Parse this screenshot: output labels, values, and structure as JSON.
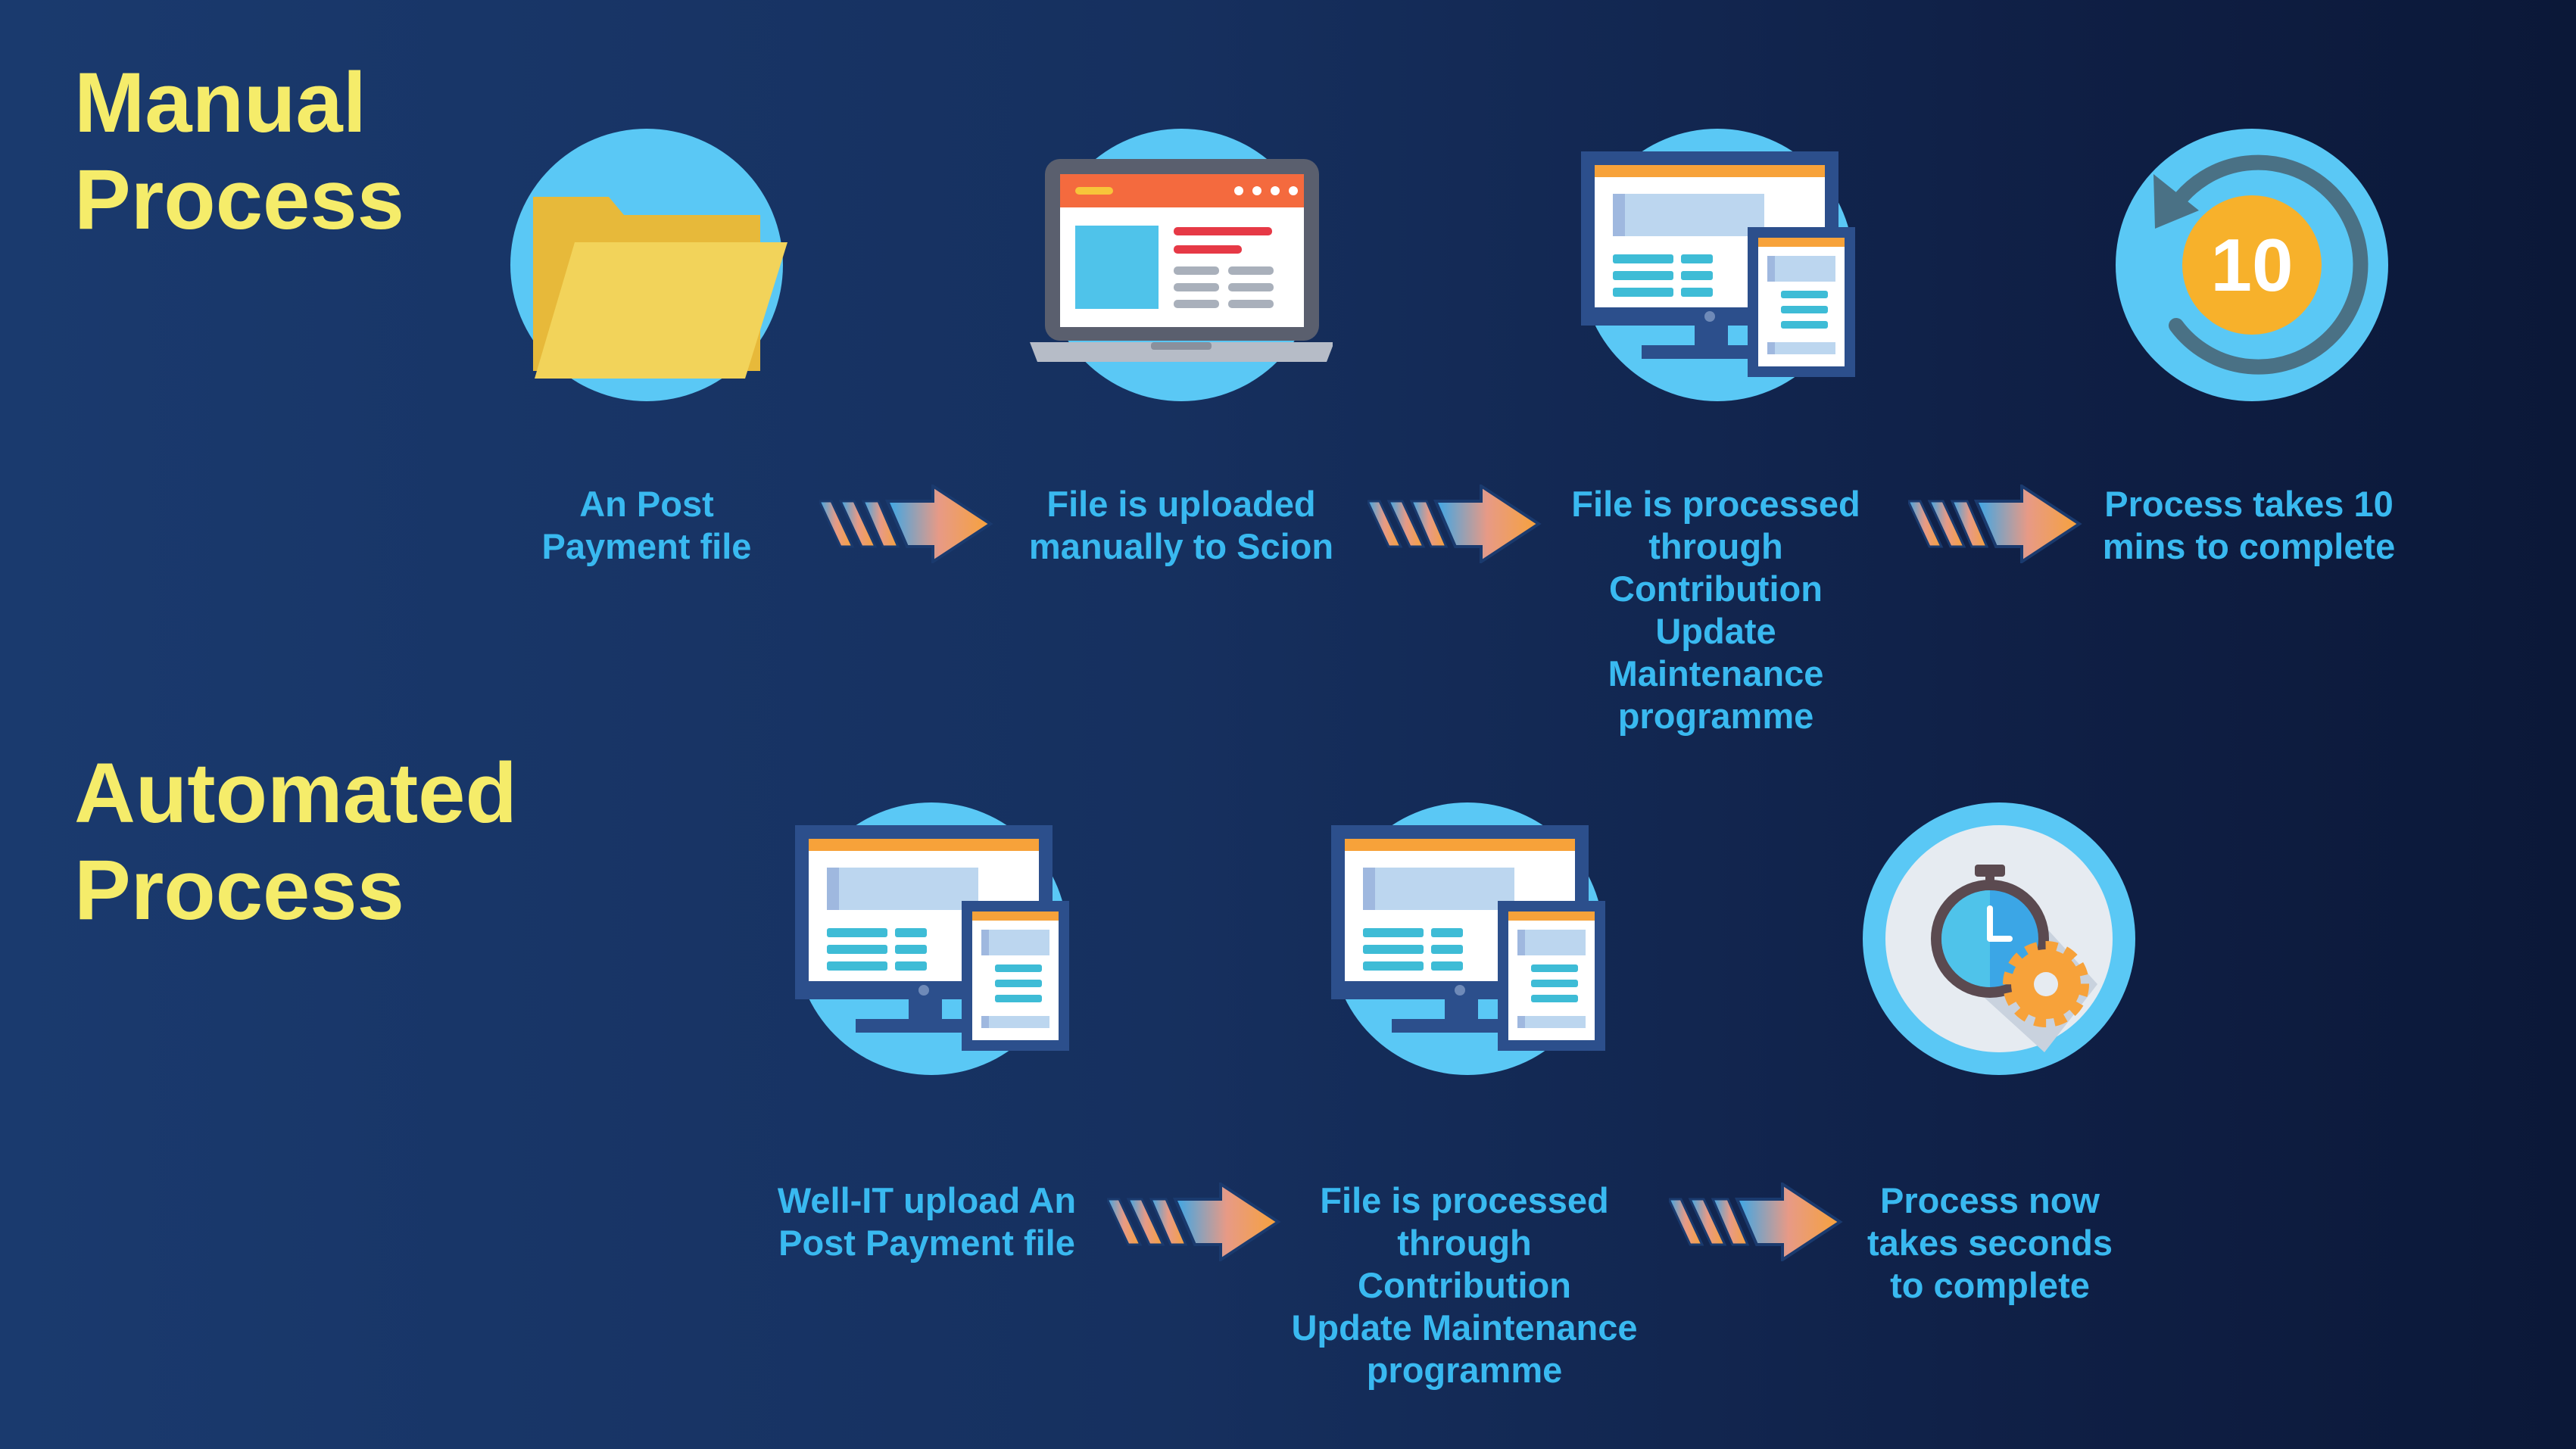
{
  "sections": {
    "manual": {
      "heading": "Manual\nProcess"
    },
    "automated": {
      "heading": "Automated\nProcess"
    }
  },
  "manual_steps": [
    {
      "icon": "folder-icon",
      "caption": "An Post\nPayment file"
    },
    {
      "icon": "laptop-icon",
      "caption": "File is uploaded\nmanually to Scion"
    },
    {
      "icon": "monitor-tablet-icon",
      "caption": "File is processed\nthrough\nContribution\nUpdate\nMaintenance\nprogramme"
    },
    {
      "icon": "timer-10-icon",
      "timer_label": "10",
      "caption": "Process takes 10\nmins to complete"
    }
  ],
  "automated_steps": [
    {
      "icon": "monitor-tablet-icon",
      "caption": "Well-IT upload An\nPost Payment file"
    },
    {
      "icon": "monitor-tablet-icon",
      "caption": "File is processed\nthrough Contribution\nUpdate Maintenance\nprogramme"
    },
    {
      "icon": "stopwatch-gear-icon",
      "caption": "Process now\ntakes seconds\nto complete"
    }
  ],
  "colors": {
    "heading": "#f5ec6a",
    "caption": "#39b9f0",
    "icon_circle": "#5ac8f5",
    "arrow_start": "#3aa7e8",
    "arrow_end": "#f7a23a"
  }
}
